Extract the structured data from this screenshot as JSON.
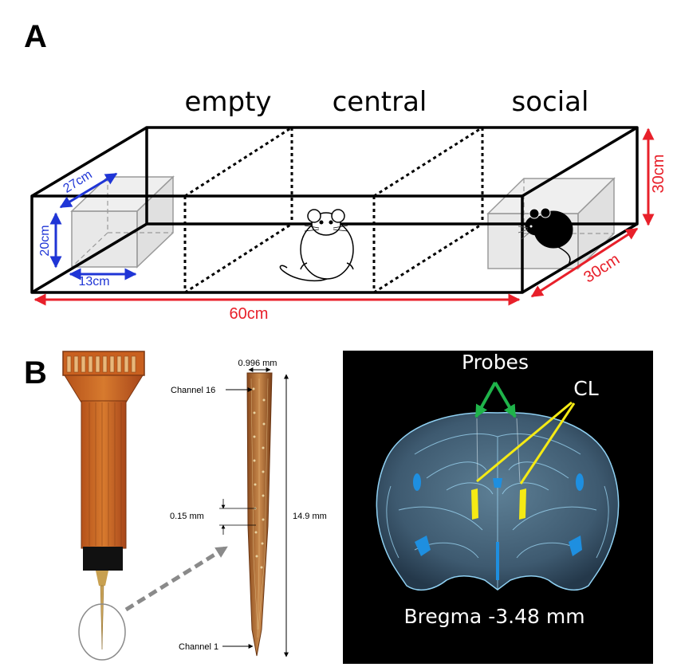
{
  "panels": {
    "a": {
      "label": "A",
      "chambers": [
        "empty",
        "central",
        "social"
      ],
      "dims": {
        "length": "60cm",
        "height": "30cm",
        "depth": "30cm",
        "cup_depth": "27cm",
        "cup_height": "20cm",
        "cup_width": "13cm"
      },
      "colors": {
        "red": "#e8202a",
        "blue": "#1f35d6"
      }
    },
    "b": {
      "label": "B",
      "probe": {
        "width": "0.996 mm",
        "channel_top": "Channel 16",
        "channel_bottom": "Channel 1",
        "spacing": "0.15 mm",
        "length": "14.9 mm"
      },
      "brain": {
        "probes_label": "Probes",
        "cl_label": "CL",
        "bregma": "Bregma -3.48 mm",
        "colors": {
          "probes_arrow": "#1fb34a",
          "cl": "#f5ea14",
          "ventricle": "#1e8fe0"
        }
      }
    }
  }
}
